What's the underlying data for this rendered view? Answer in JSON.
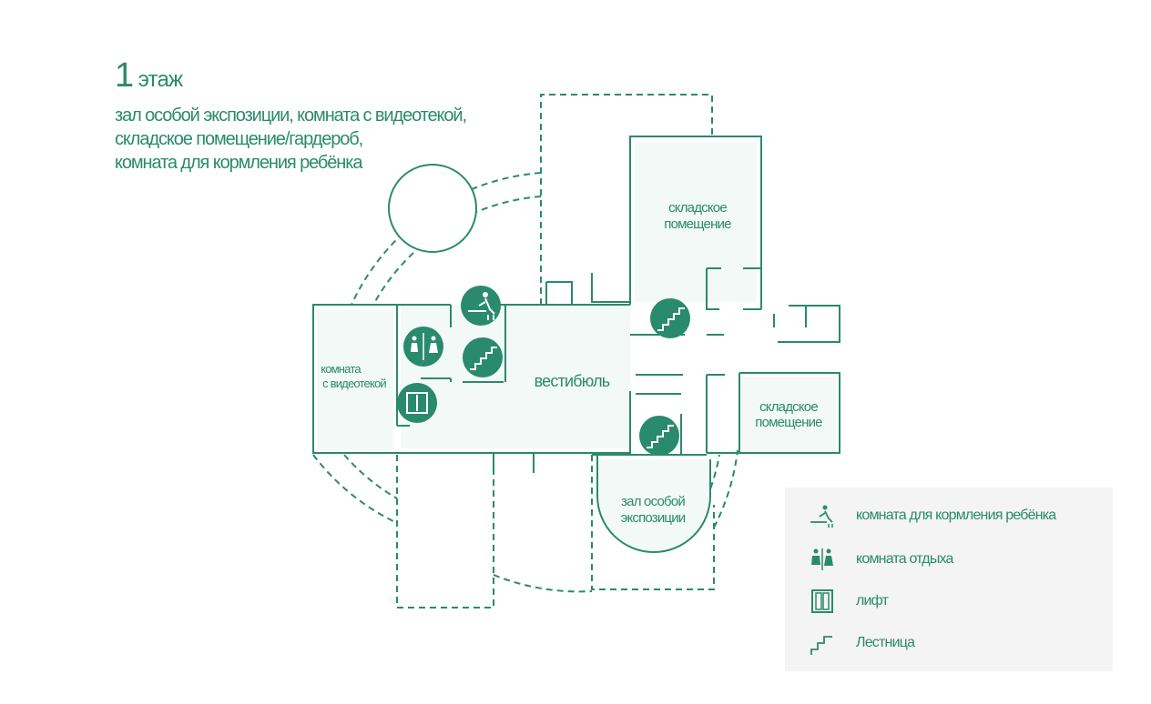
{
  "header": {
    "floor_number": "1",
    "floor_word": "этаж",
    "description_lines": [
      "зал особой экспозиции, комната с видеотекой,",
      "складское помещение/гардероб,",
      "комната для кормления ребёнка"
    ]
  },
  "rooms": {
    "storage_top_line1": "складское",
    "storage_top_line2": "помещение",
    "storage_right_line1": "складское",
    "storage_right_line2": "помещение",
    "video_room_line1": "комната",
    "video_room_line2": "с видеотекой",
    "lobby": "вестибюль",
    "exhibition_line1": "зал особой",
    "exhibition_line2": "экспозиции"
  },
  "legend": {
    "items": [
      {
        "icon": "baby-changing-icon",
        "label": "комната для кормления ребёнка"
      },
      {
        "icon": "restroom-icon",
        "label": "комната отдыха"
      },
      {
        "icon": "elevator-icon",
        "label": "лифт"
      },
      {
        "icon": "stairs-icon",
        "label": "Лестница"
      }
    ]
  },
  "colors": {
    "primary": "#2a8a6c",
    "room_fill": "#f3f9f7",
    "legend_bg": "#f4f4f4"
  }
}
